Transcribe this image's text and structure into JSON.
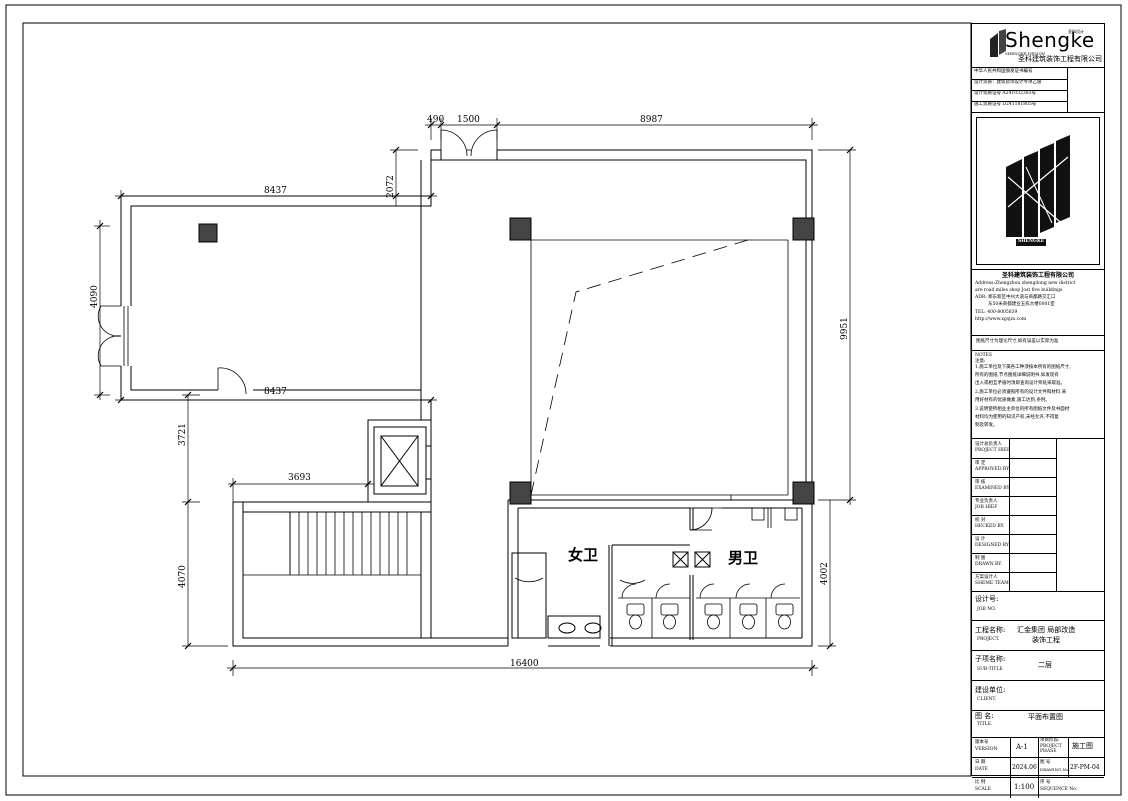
{
  "drawing": {
    "dimensions": {
      "d490": "490",
      "d1500": "1500",
      "d8987": "8987",
      "d8437_top": "8437",
      "d2072": "2072",
      "d4090": "4090",
      "d8437_mid": "8437",
      "d3721": "3721",
      "d3693": "3693",
      "d9951": "9951",
      "d4070": "4070",
      "d4002": "4002",
      "d16400": "16400"
    },
    "room_labels": {
      "women": "女卫",
      "men": "男卫"
    }
  },
  "title_block": {
    "logo": {
      "brand": "Shengke",
      "seal": "圣科设计",
      "sub": "SHENGKE DESIGN",
      "company": "圣科建筑装饰工程有限公司",
      "caption": "SHENGKE"
    },
    "certs": [
      "中华人民共和国颁发证书编号",
      "设计资质：建筑装饰设计专项乙级",
      "设计资质证号 A241032383号",
      "施工资质证号 D241181805号"
    ],
    "company_info": {
      "name": "圣科建筑装饰工程有限公司",
      "address_en_1": "Address:Zhengzhou zhengdong new district",
      "address_en_2": "are road miles shop Jost five buildings",
      "addr_label": "ADR:",
      "address_cn_1": "郑东新区中州大道与商都路交汇口",
      "address_cn_2": "东50米商都建业五栋大楼0001室",
      "tel": "TEL:  400-8005839",
      "web": "http://www.xgsjzs.com"
    },
    "disclaimer": "图纸尺寸为理论尺寸,如有误差以实际为准",
    "notes": {
      "title": "NOTES",
      "title_cn": "注意:",
      "items": [
        "1.施工单位及下属各工种须按本所有的图纸尺寸,",
        "  所有的图纸,节点图纸详细说明书,如发现有",
        "  出入或相互矛盾时须即查询设计师处采取准。",
        "2.施工单位必须遵照所有的设计文件和材料,采",
        "  用好材有的优质做素,施工达到,条例。",
        "3.说明使所相业主单位的所有图纸文件及书面材",
        "  材料均为使用的知识产权,未经允许,不得复",
        "  制及转发。"
      ]
    },
    "signatures": [
      {
        "cn": "设计总负责人",
        "en": "PROJECT HIEF"
      },
      {
        "cn": "审    定",
        "en": "APPROVED BY."
      },
      {
        "cn": "审    核",
        "en": "EXAMINED BY."
      },
      {
        "cn": "专业负责人",
        "en": "JOB HIEF"
      },
      {
        "cn": "校    对",
        "en": "HECKED BY."
      },
      {
        "cn": "设    计",
        "en": "DESIGNED BY."
      },
      {
        "cn": "制    图",
        "en": "DRAWN BY."
      },
      {
        "cn": "方案设计人",
        "en": "SHEME TEAM."
      }
    ],
    "job_no": {
      "label": "设计号:",
      "en": "JOB NO."
    },
    "project": {
      "label": "工程名称:",
      "en": "PROJECT.",
      "value_1": "汇金集团 局部改造",
      "value_2": "装饰工程"
    },
    "subtitle": {
      "label": "子项名称:",
      "en": "SUB-TITLE",
      "value": "二层"
    },
    "client": {
      "label": "建设单位:",
      "en": "CLIENT."
    },
    "title": {
      "label": "图  名:",
      "en": "TITLE.",
      "value": "平面布置图"
    },
    "version": {
      "label_cn": "版本号",
      "label_en": "VERSION",
      "value": "A-1"
    },
    "phase": {
      "label_cn": "项目阶段:",
      "label_en_1": "PROJECT",
      "label_en_2": "PHASE",
      "value": "施工图"
    },
    "date": {
      "label_cn": "日  期",
      "label_en": "DATE",
      "value": "2024.06"
    },
    "drawing_no": {
      "label_cn": "图  号",
      "label_en": "DRAWING No.",
      "value": "2F-PM-04"
    },
    "scale": {
      "label_cn": "比  例",
      "label_en": "SCALE",
      "value": "1:100"
    },
    "sequence": {
      "label_cn": "序  号",
      "label_en": "SEQUENCE No."
    }
  }
}
